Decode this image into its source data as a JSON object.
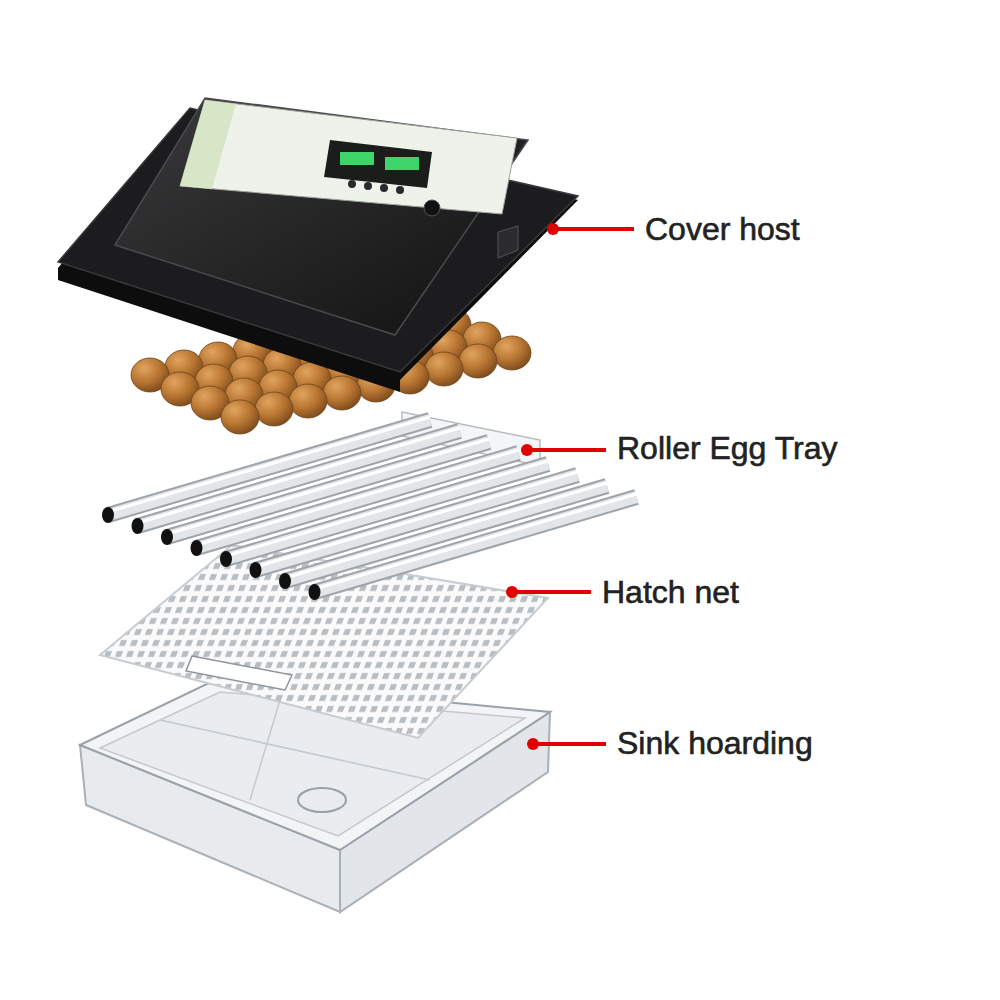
{
  "diagram": {
    "labels": [
      "Cover host",
      "Roller Egg Tray",
      "Hatch net",
      "Sink hoarding"
    ]
  }
}
